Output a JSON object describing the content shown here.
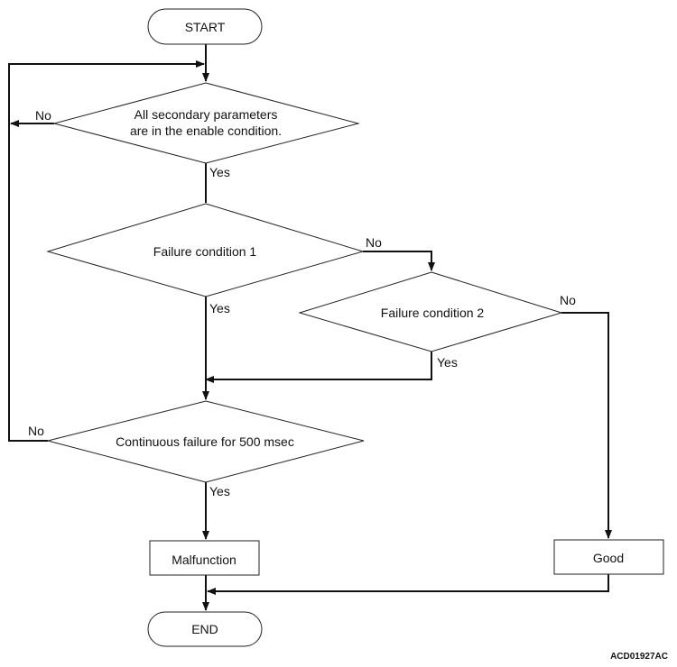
{
  "nodes": {
    "start": "START",
    "check_enable": [
      "All secondary parameters",
      "are in the enable condition."
    ],
    "failure1": "Failure condition 1",
    "failure2": "Failure condition 2",
    "continuous": "Continuous failure for 500 msec",
    "malfunction": "Malfunction",
    "good": "Good",
    "end": "END"
  },
  "edges": {
    "enable_no": "No",
    "enable_yes": "Yes",
    "failure1_no": "No",
    "failure1_yes": "Yes",
    "failure2_no": "No",
    "failure2_yes": "Yes",
    "continuous_no": "No",
    "continuous_yes": "Yes"
  },
  "reference_code": "ACD01927AC",
  "colors": {
    "line": "#111111",
    "shape_fill": "#ffffff",
    "shape_stroke": "#222222"
  }
}
